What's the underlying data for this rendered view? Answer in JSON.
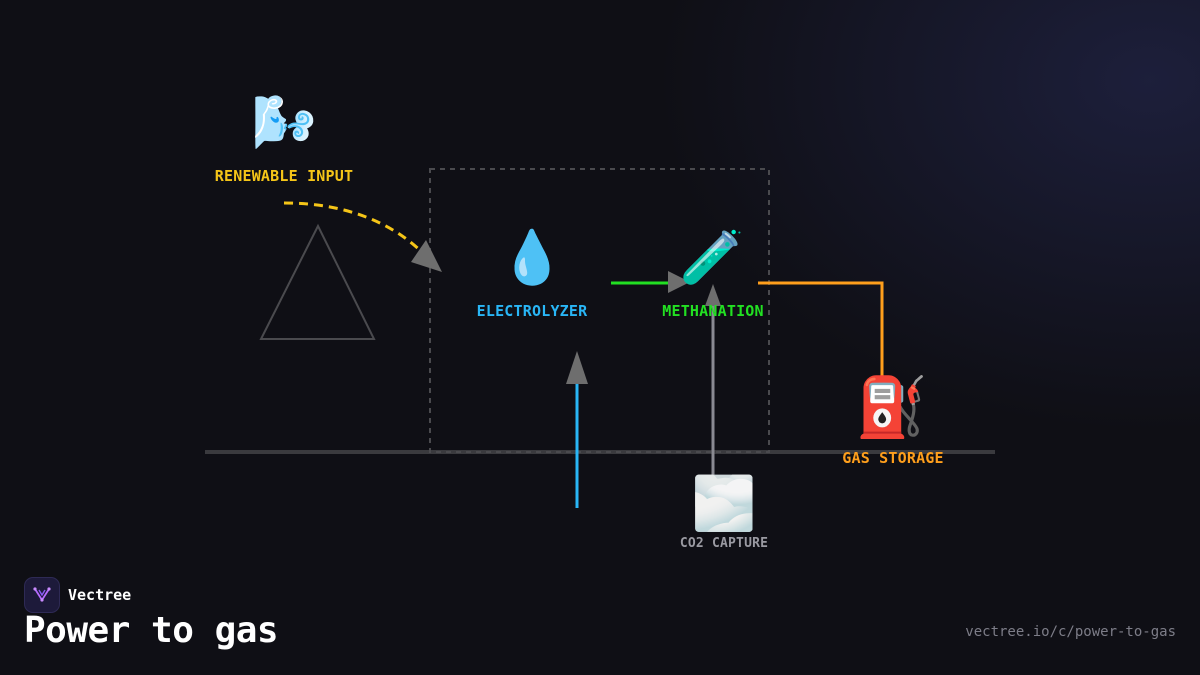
{
  "brand": {
    "name": "Vectree"
  },
  "page": {
    "title": "Power to gas",
    "url": "vectree.io/c/power-to-gas"
  },
  "nodes": {
    "renewable": {
      "label": "RENEWABLE INPUT",
      "icon": "🌬️",
      "icon_name": "wind-face-icon",
      "color": "#f5c518"
    },
    "electrolyzer": {
      "label": "ELECTROLYZER",
      "icon": "💧",
      "icon_name": "droplet-icon",
      "color": "#29b6f6"
    },
    "methanation": {
      "label": "METHANATION",
      "icon": "🧪",
      "icon_name": "test-tube-icon",
      "color": "#22e022"
    },
    "gas_storage": {
      "label": "GAS STORAGE",
      "icon": "⛽",
      "icon_name": "fuel-pump-icon",
      "color": "#ff9f1c"
    },
    "co2_capture": {
      "label": "CO2 CAPTURE",
      "icon": "🌫️",
      "icon_name": "fog-icon",
      "color": "#9a9aa2"
    }
  },
  "colors": {
    "background": "#0f0f15",
    "yellow": "#f5c518",
    "blue": "#29b6f6",
    "green": "#22e022",
    "orange": "#ff9f1c",
    "gray": "#8a8a92",
    "arrowhead": "#6e6e6e",
    "baseline": "#3a3a3e"
  }
}
